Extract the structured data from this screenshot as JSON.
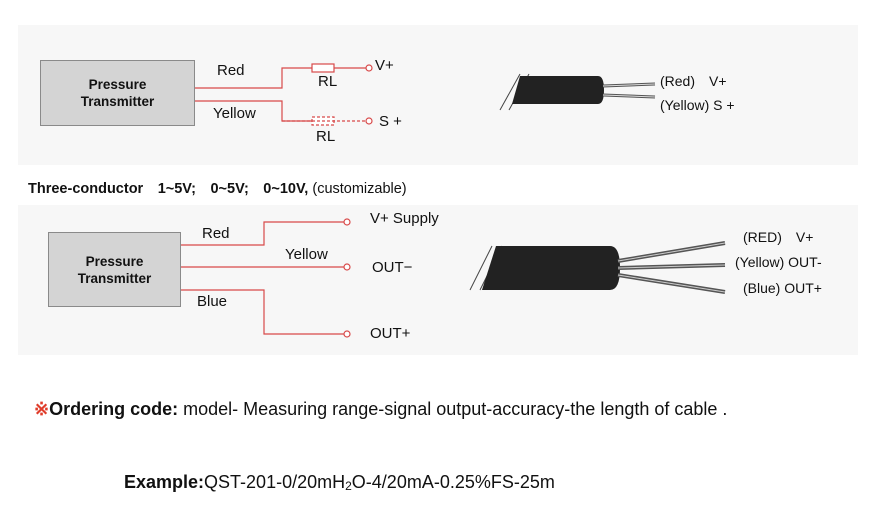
{
  "two_wire": {
    "box_line1": "Pressure",
    "box_line2": "Transmitter",
    "wire_red": "Red",
    "wire_yellow": "Yellow",
    "resistor_top": "RL",
    "resistor_bottom": "RL",
    "term_v_plus": "V+",
    "term_s_plus": "S +",
    "cable_red": "(Red)　V+",
    "cable_yellow": "(Yellow) S +"
  },
  "heading": {
    "bold": "Three-conductor　1~5V;　0~5V;　0~10V,",
    "paren": "(customizable)"
  },
  "three_wire": {
    "box_line1": "Pressure",
    "box_line2": "Transmitter",
    "wire_red": "Red",
    "wire_yellow": "Yellow",
    "wire_blue": "Blue",
    "term_supply": "V+ Supply",
    "term_out_minus": "OUT−",
    "term_out_plus": "OUT+",
    "cable_red": "(RED)　V+",
    "cable_yellow": "(Yellow) OUT-",
    "cable_blue": "(Blue) OUT+"
  },
  "ordering": {
    "mark": "※",
    "label": "Ordering code:",
    "text": " model- Measuring range-signal output-accuracy-the length of cable ."
  },
  "example": {
    "label": "Example:",
    "pre": "QST-201-0/20mH",
    "sub": "2",
    "post": "O-4/20mA-0.25%FS-25m"
  }
}
